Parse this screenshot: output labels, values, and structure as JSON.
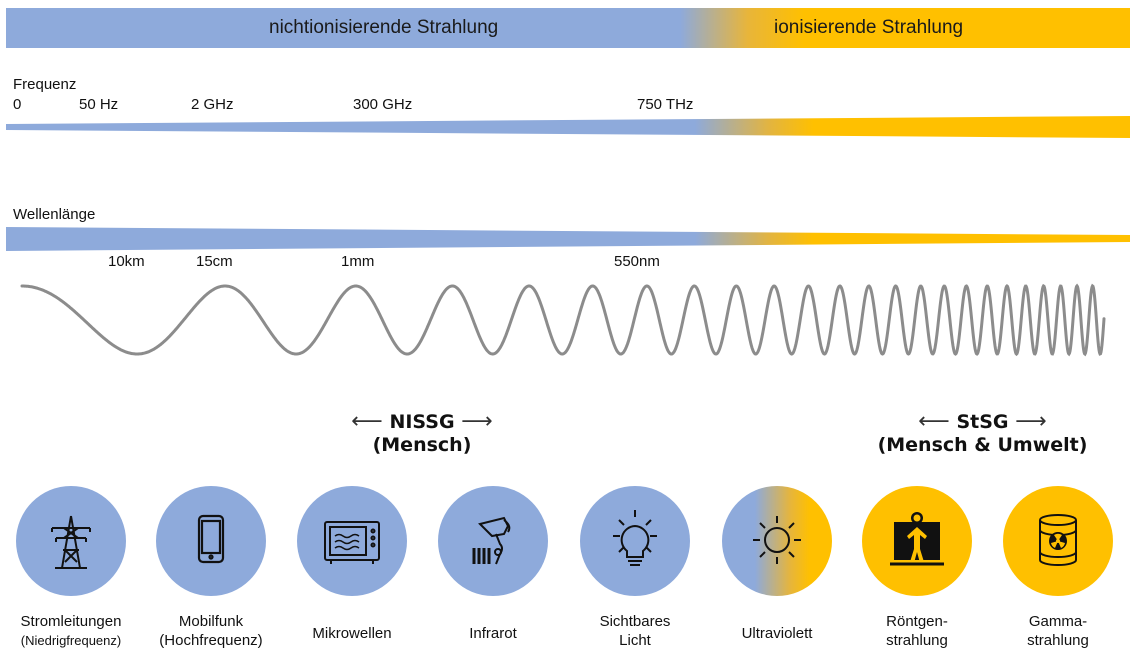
{
  "top_bar": {
    "non_ionizing": "nichtionisierende Strahlung",
    "ionizing": "ionisierende Strahlung"
  },
  "frequency": {
    "label": "Frequenz",
    "ticks": [
      "0",
      "50 Hz",
      "2 GHz",
      "300 GHz",
      "750 THz"
    ]
  },
  "wavelength": {
    "label": "Wellenlänge",
    "ticks": [
      "10km",
      "15cm",
      "1mm",
      "550nm"
    ]
  },
  "laws": {
    "nissg_title": "NISSG",
    "nissg_sub": "(Mensch)",
    "stsg_title": "StSG",
    "stsg_sub": "(Mensch & Umwelt)"
  },
  "categories": [
    {
      "line1": "Stromleitungen",
      "line2": "(Niedrigfrequenz)",
      "icon": "power-pylon-icon"
    },
    {
      "line1": "Mobilfunk",
      "line2": "(Hochfrequenz)",
      "icon": "mobile-phone-icon"
    },
    {
      "line1": "Mikrowellen",
      "line2": "",
      "icon": "microwave-oven-icon"
    },
    {
      "line1": "Infrarot",
      "line2": "",
      "icon": "infrared-heater-icon"
    },
    {
      "line1": "Sichtbares",
      "line2": "Licht",
      "icon": "light-bulb-icon"
    },
    {
      "line1": "Ultraviolett",
      "line2": "",
      "icon": "sun-icon"
    },
    {
      "line1": "Röntgen-",
      "line2": "strahlung",
      "icon": "xray-person-icon"
    },
    {
      "line1": "Gamma-",
      "line2": "strahlung",
      "icon": "radioactive-barrel-icon"
    }
  ],
  "colors": {
    "non_ionizing": "#8eaadb",
    "ionizing": "#ffc000",
    "wave": "#8c8c8c"
  }
}
